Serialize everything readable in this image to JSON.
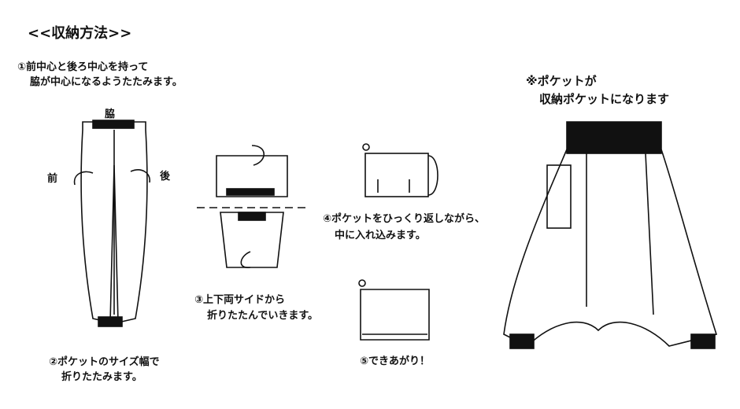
{
  "title": "<<収納方法>>",
  "steps": {
    "s1": [
      "①前中心と後ろ中心を持って",
      "脇が中心になるようたたみます。"
    ],
    "s2": [
      "②ポケットのサイズ幅で",
      "折りたたみます。"
    ],
    "s3": [
      "③上下両サイドから",
      "折りたたんでいきます。"
    ],
    "s4": [
      "④ポケットをひっくり返しながら、",
      "中に入れ込みます。"
    ],
    "s5": [
      "⑤できあがり！"
    ]
  },
  "labels": {
    "side": "脇",
    "front": "前",
    "back": "後"
  },
  "note": [
    "※ポケットが",
    "収納ポケットになります"
  ]
}
